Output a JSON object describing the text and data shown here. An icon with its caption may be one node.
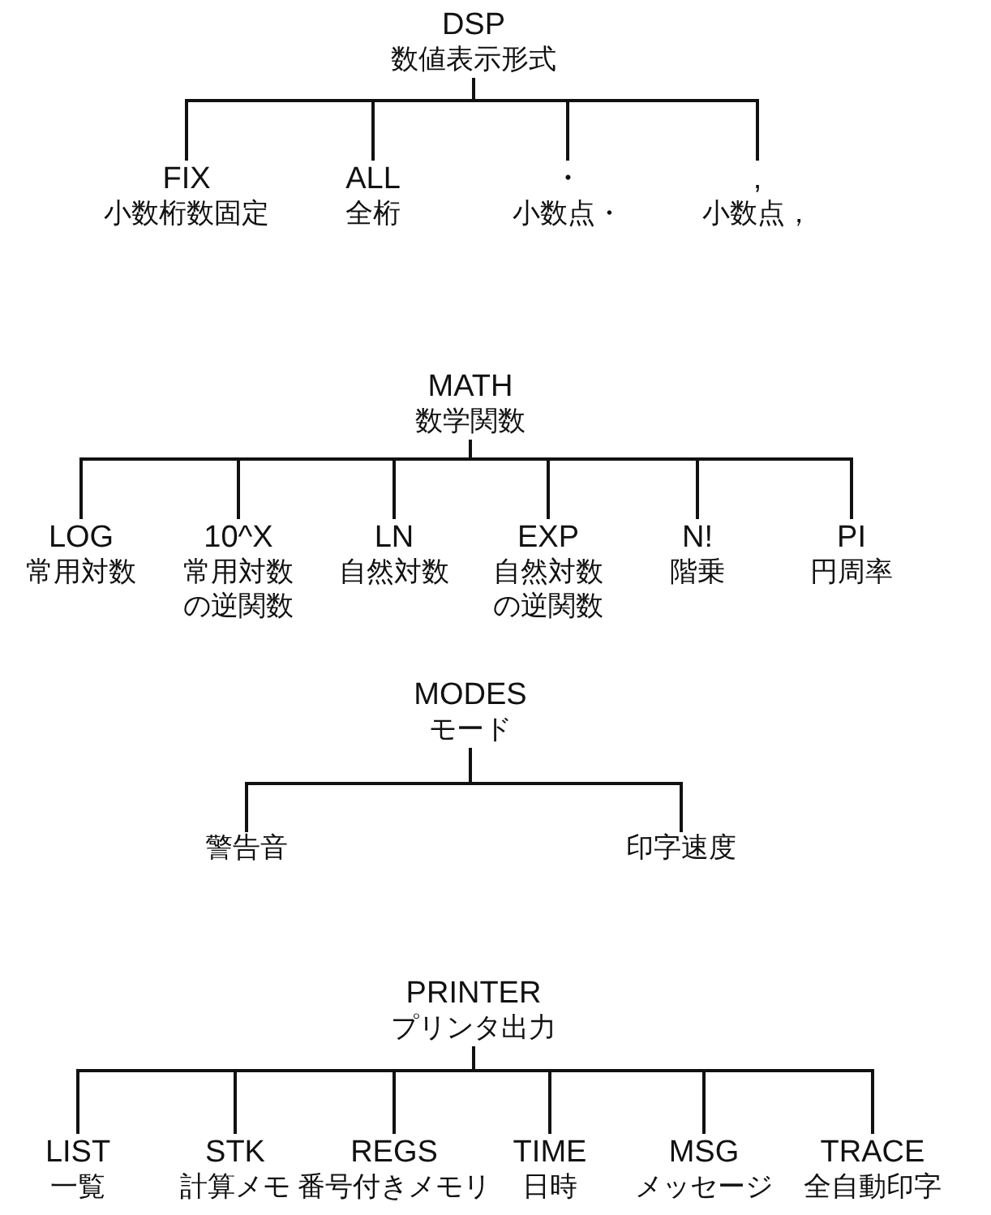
{
  "diagram": {
    "nodes": [
      {
        "text": [
          "DSP",
          "数値表示形式"
        ]
      },
      {
        "text": [
          "FIX",
          "小数桁数固定"
        ]
      },
      {
        "text": [
          "ALL",
          "全桁"
        ]
      },
      {
        "text": [
          "・",
          "小数点・"
        ]
      },
      {
        "text": [
          ",",
          "小数点，"
        ]
      },
      {
        "text": [
          "MATH",
          "数学関数"
        ]
      },
      {
        "text": [
          "LOG",
          "常用対数"
        ]
      },
      {
        "text": [
          "10^X",
          "常用対数の逆関数"
        ]
      },
      {
        "text": [
          "LN",
          "自然対数"
        ]
      },
      {
        "text": [
          "EXP",
          "自然対数の逆関数"
        ]
      },
      {
        "text": [
          "N!",
          "階乗"
        ]
      },
      {
        "text": [
          "PI",
          "円周率"
        ]
      },
      {
        "text": [
          "MODES",
          "モード"
        ]
      },
      {
        "text": [
          "警告音"
        ]
      },
      {
        "text": [
          "印字速度"
        ]
      },
      {
        "text": [
          "PRINTER",
          "プリンタ出力"
        ]
      },
      {
        "text": [
          "LIST",
          "一覧"
        ]
      },
      {
        "text": [
          "STK",
          "計算メモ"
        ]
      },
      {
        "text": [
          "REGS",
          "番号付きメモリ"
        ]
      },
      {
        "text": [
          "TIME",
          "日時"
        ]
      },
      {
        "text": [
          "MSG",
          "メッセージ"
        ]
      },
      {
        "text": [
          "TRACE",
          "全自動印字"
        ]
      }
    ],
    "edges": [
      {
        "from": 0,
        "to": 1,
        "arrow": "none"
      },
      {
        "from": 0,
        "to": 2,
        "arrow": "none"
      },
      {
        "from": 0,
        "to": 3,
        "arrow": "none"
      },
      {
        "from": 0,
        "to": 4,
        "arrow": "none"
      },
      {
        "from": 5,
        "to": 6,
        "arrow": "none"
      },
      {
        "from": 5,
        "to": 7,
        "arrow": "none"
      },
      {
        "from": 5,
        "to": 8,
        "arrow": "none"
      },
      {
        "from": 5,
        "to": 9,
        "arrow": "none"
      },
      {
        "from": 5,
        "to": 10,
        "arrow": "none"
      },
      {
        "from": 5,
        "to": 11,
        "arrow": "none"
      },
      {
        "from": 12,
        "to": 13,
        "arrow": "none"
      },
      {
        "from": 12,
        "to": 14,
        "arrow": "none"
      },
      {
        "from": 15,
        "to": 16,
        "arrow": "none"
      },
      {
        "from": 15,
        "to": 17,
        "arrow": "none"
      },
      {
        "from": 15,
        "to": 18,
        "arrow": "none"
      },
      {
        "from": 15,
        "to": 19,
        "arrow": "none"
      },
      {
        "from": 15,
        "to": 20,
        "arrow": "none"
      },
      {
        "from": 15,
        "to": 21,
        "arrow": "none"
      }
    ]
  }
}
